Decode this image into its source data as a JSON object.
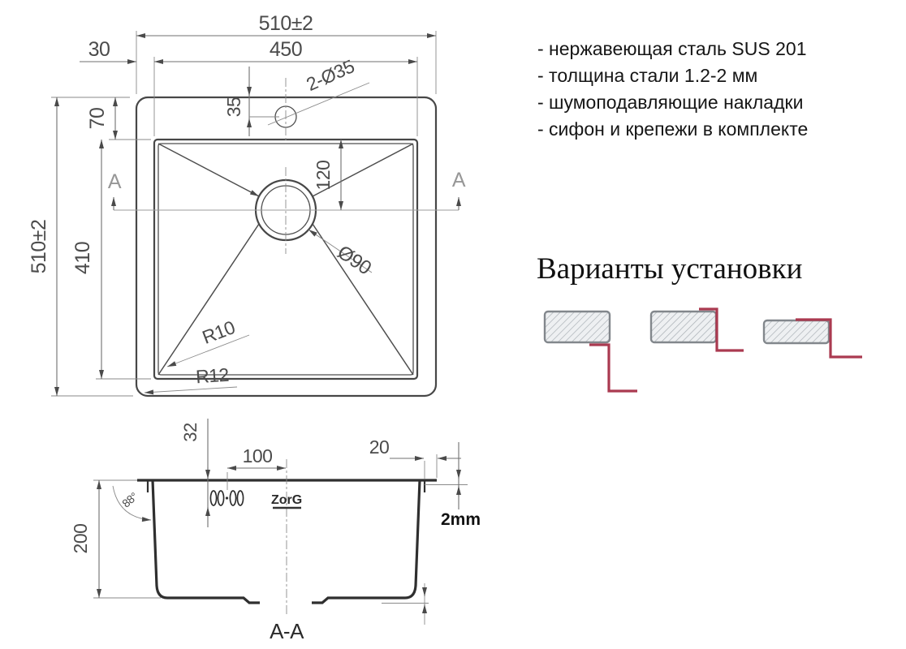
{
  "drawing": {
    "top_view": {
      "overall_width": "510±2",
      "bowl_width": "450",
      "rim_side": "30",
      "rim_top": "70",
      "overall_height": "510±2",
      "bowl_height": "410",
      "hole_offset": "35",
      "faucet_holes": "2-Ø35",
      "drain_offset": "120",
      "drain_diameter": "Ø90",
      "inner_radius": "R10",
      "outer_radius": "R12",
      "section_marker": "A"
    },
    "section_view": {
      "depth": "200",
      "clip_drop": "32",
      "clip_to_center": "100",
      "rim_overhang": "20",
      "rim_thickness": "2mm",
      "wall_angle": "88°",
      "section_label": "A-A",
      "brand": "ZorG"
    }
  },
  "specs": {
    "items": [
      "- нержавеющая сталь SUS 201",
      "- толщина стали 1.2-2 мм",
      "- шумоподавляющие накладки",
      "- сифон и крепежи в комплекте"
    ]
  },
  "installation": {
    "title": "Варианты установки"
  },
  "colors": {
    "accent_red": "#aa3a50",
    "line": "#474747"
  }
}
